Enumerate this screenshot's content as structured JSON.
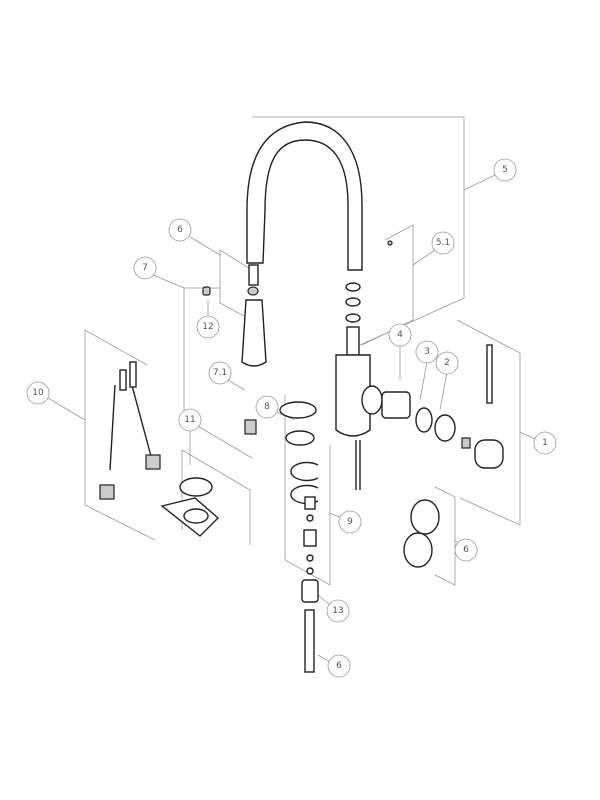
{
  "diagram": {
    "callouts": [
      {
        "id": "5",
        "label": "5"
      },
      {
        "id": "6a",
        "label": "6"
      },
      {
        "id": "5.1",
        "label": "5.1"
      },
      {
        "id": "7",
        "label": "7"
      },
      {
        "id": "12",
        "label": "12"
      },
      {
        "id": "4",
        "label": "4"
      },
      {
        "id": "3",
        "label": "3"
      },
      {
        "id": "2",
        "label": "2"
      },
      {
        "id": "7.1",
        "label": "7.1"
      },
      {
        "id": "8",
        "label": "8"
      },
      {
        "id": "10",
        "label": "10"
      },
      {
        "id": "11",
        "label": "11"
      },
      {
        "id": "1",
        "label": "1"
      },
      {
        "id": "9",
        "label": "9"
      },
      {
        "id": "6b",
        "label": "6"
      },
      {
        "id": "13",
        "label": "13"
      },
      {
        "id": "6c",
        "label": "6"
      }
    ]
  }
}
